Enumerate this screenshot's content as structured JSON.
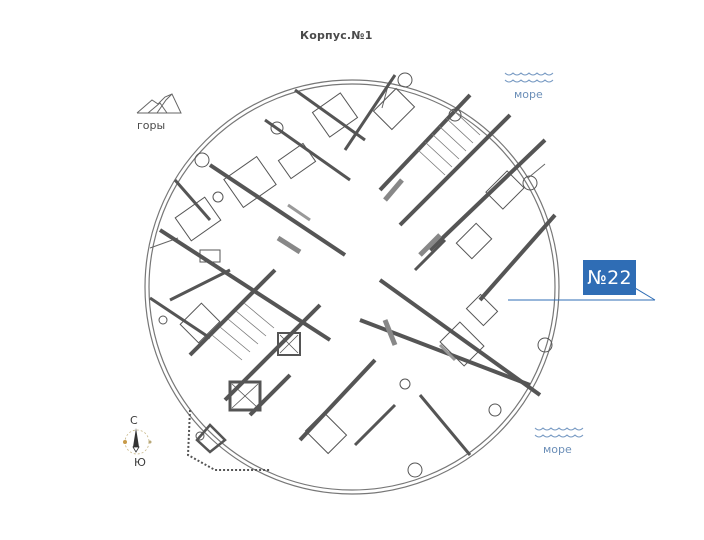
{
  "title": "Корпус.№1",
  "orientation": {
    "mountains_label": "горы",
    "mountains_icon": "mountains-icon",
    "sea_top_label": "море",
    "sea_bottom_label": "море",
    "sea_icon": "waves-icon"
  },
  "compass": {
    "north": "С",
    "south": "Ю",
    "icon": "compass-icon"
  },
  "unit_badge": {
    "label": "№22",
    "color": "#2f6db5"
  },
  "colors": {
    "wall": "#555555",
    "line": "#8a8a8a",
    "sea": "#6c8fb8",
    "accent": "#2f6db5"
  }
}
